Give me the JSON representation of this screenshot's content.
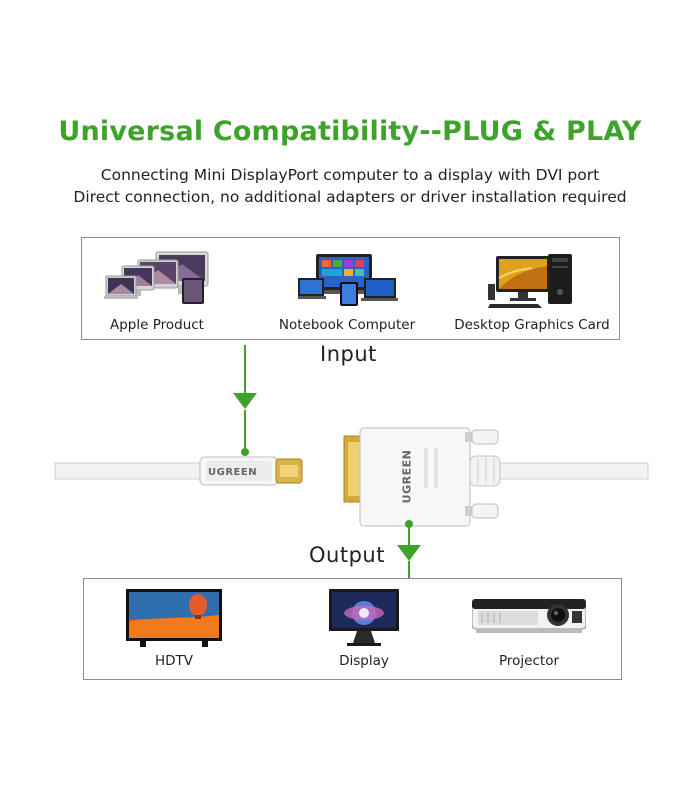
{
  "title": "Universal Compatibility--PLUG & PLAY",
  "subtitle_line1": "Connecting Mini DisplayPort computer to a display with DVI port",
  "subtitle_line2": "Direct connection, no additional adapters or driver installation required",
  "input_label": "Input",
  "output_label": "Output",
  "brand": "UGREEN",
  "input_devices": [
    {
      "label": "Apple Product",
      "icon": "apple-devices-icon"
    },
    {
      "label": "Notebook Computer",
      "icon": "notebook-devices-icon"
    },
    {
      "label": "Desktop Graphics Card",
      "icon": "desktop-computer-icon"
    }
  ],
  "output_devices": [
    {
      "label": "HDTV",
      "icon": "hdtv-icon"
    },
    {
      "label": "Display",
      "icon": "display-monitor-icon"
    },
    {
      "label": "Projector",
      "icon": "projector-icon"
    }
  ],
  "colors": {
    "accent": "#3ea32a",
    "border": "#8c8c8c",
    "cable": "#f2f2f2"
  }
}
